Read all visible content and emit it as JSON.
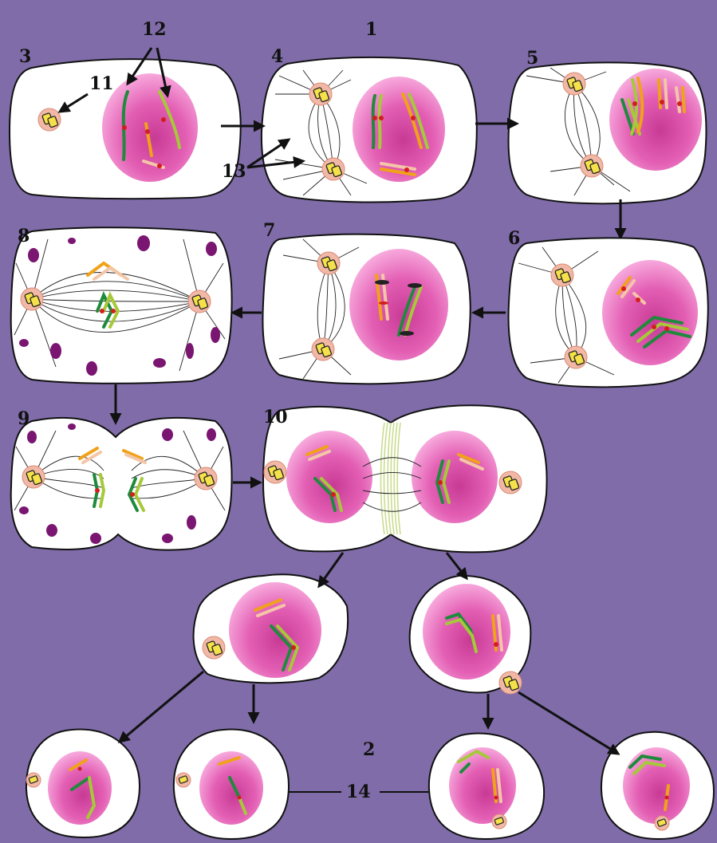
{
  "labels": {
    "n1": "1",
    "n2": "2",
    "n3": "3",
    "n4": "4",
    "n5": "5",
    "n6": "6",
    "n7": "7",
    "n8": "8",
    "n9": "9",
    "n10": "10",
    "n11": "11",
    "n12": "12",
    "n13": "13",
    "n14": "14"
  },
  "colors": {
    "background": "#7f6ca8",
    "cytoplasm": "#ffffff",
    "nucleus": "#e35fb4",
    "centrosome": "#f2b8a6",
    "centriole": "#f5e14a",
    "chromosome_green": "#1f8a3c",
    "chromosome_lightgreen": "#a6c93a",
    "chromosome_orange": "#f0a21a",
    "chromosome_peach": "#f4c6a8",
    "kinetochore": "#d21e1e",
    "membrane_fragment": "#7a1672",
    "contractile_ring": "#c9dd8f"
  }
}
